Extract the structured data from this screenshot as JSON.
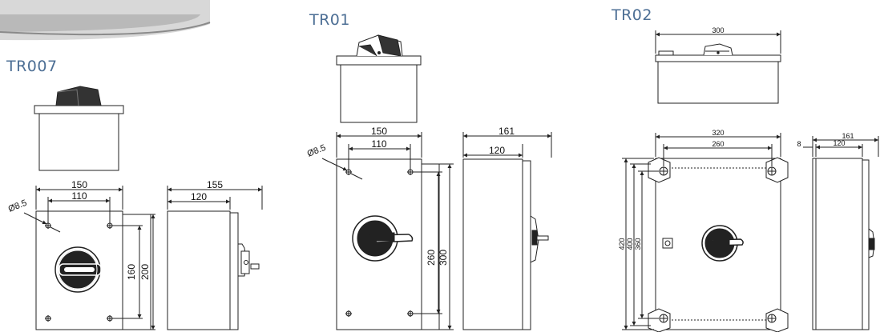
{
  "accent_color": "#4d6f95",
  "line_color": "#222222",
  "models": {
    "tr007": {
      "title": "TR007",
      "dims": {
        "w_outer": "150",
        "w_holes": "110",
        "hole": "Ø8.5",
        "h_holes": "160",
        "h_outer": "200",
        "side_outer": "155",
        "side_inner": "120"
      }
    },
    "tr01": {
      "title": "TR01",
      "dims": {
        "w_outer": "150",
        "w_holes": "110",
        "hole": "Ø8.5",
        "h_holes": "260",
        "h_outer": "300",
        "side_outer": "161",
        "side_inner": "120"
      }
    },
    "tr02": {
      "title": "TR02",
      "dims": {
        "top_width": "300",
        "w_outer": "320",
        "w_holes": "260",
        "h_outer": "420",
        "h_mid": "400",
        "h_holes": "360",
        "side_offset": "8",
        "side_inner": "120",
        "side_outer": "161"
      }
    }
  }
}
